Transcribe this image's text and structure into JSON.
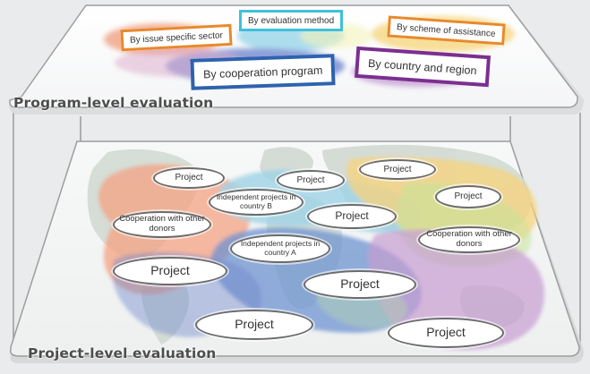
{
  "program_level": {
    "title": "Program-level evaluation",
    "tags": {
      "issue_sector": "By issue specific sector",
      "evaluation_method": "By evaluation method",
      "scheme": "By scheme of assistance",
      "cooperation_program": "By cooperation program",
      "country_region": "By country and region"
    }
  },
  "project_level": {
    "title": "Project-level evaluation",
    "nodes": [
      {
        "text": "Project"
      },
      {
        "text": "Project"
      },
      {
        "text": "Project"
      },
      {
        "text": "Project"
      },
      {
        "text": "Project"
      },
      {
        "text": "Cooperation with other donors"
      },
      {
        "text": "Independent projects in country B"
      },
      {
        "text": "Project"
      },
      {
        "text": "Project"
      },
      {
        "text": "Independent projects in country A"
      },
      {
        "text": "Cooperation with other donors"
      },
      {
        "text": "Project"
      },
      {
        "text": "Project"
      }
    ]
  },
  "colors": {
    "orange": "#e8892c",
    "light_blue": "#3fc0dc",
    "blue": "#2e62ae",
    "purple": "#7b2f90",
    "yellow": "#f2c85a",
    "green": "#95c98b",
    "text_gray": "#4d4d4d"
  }
}
